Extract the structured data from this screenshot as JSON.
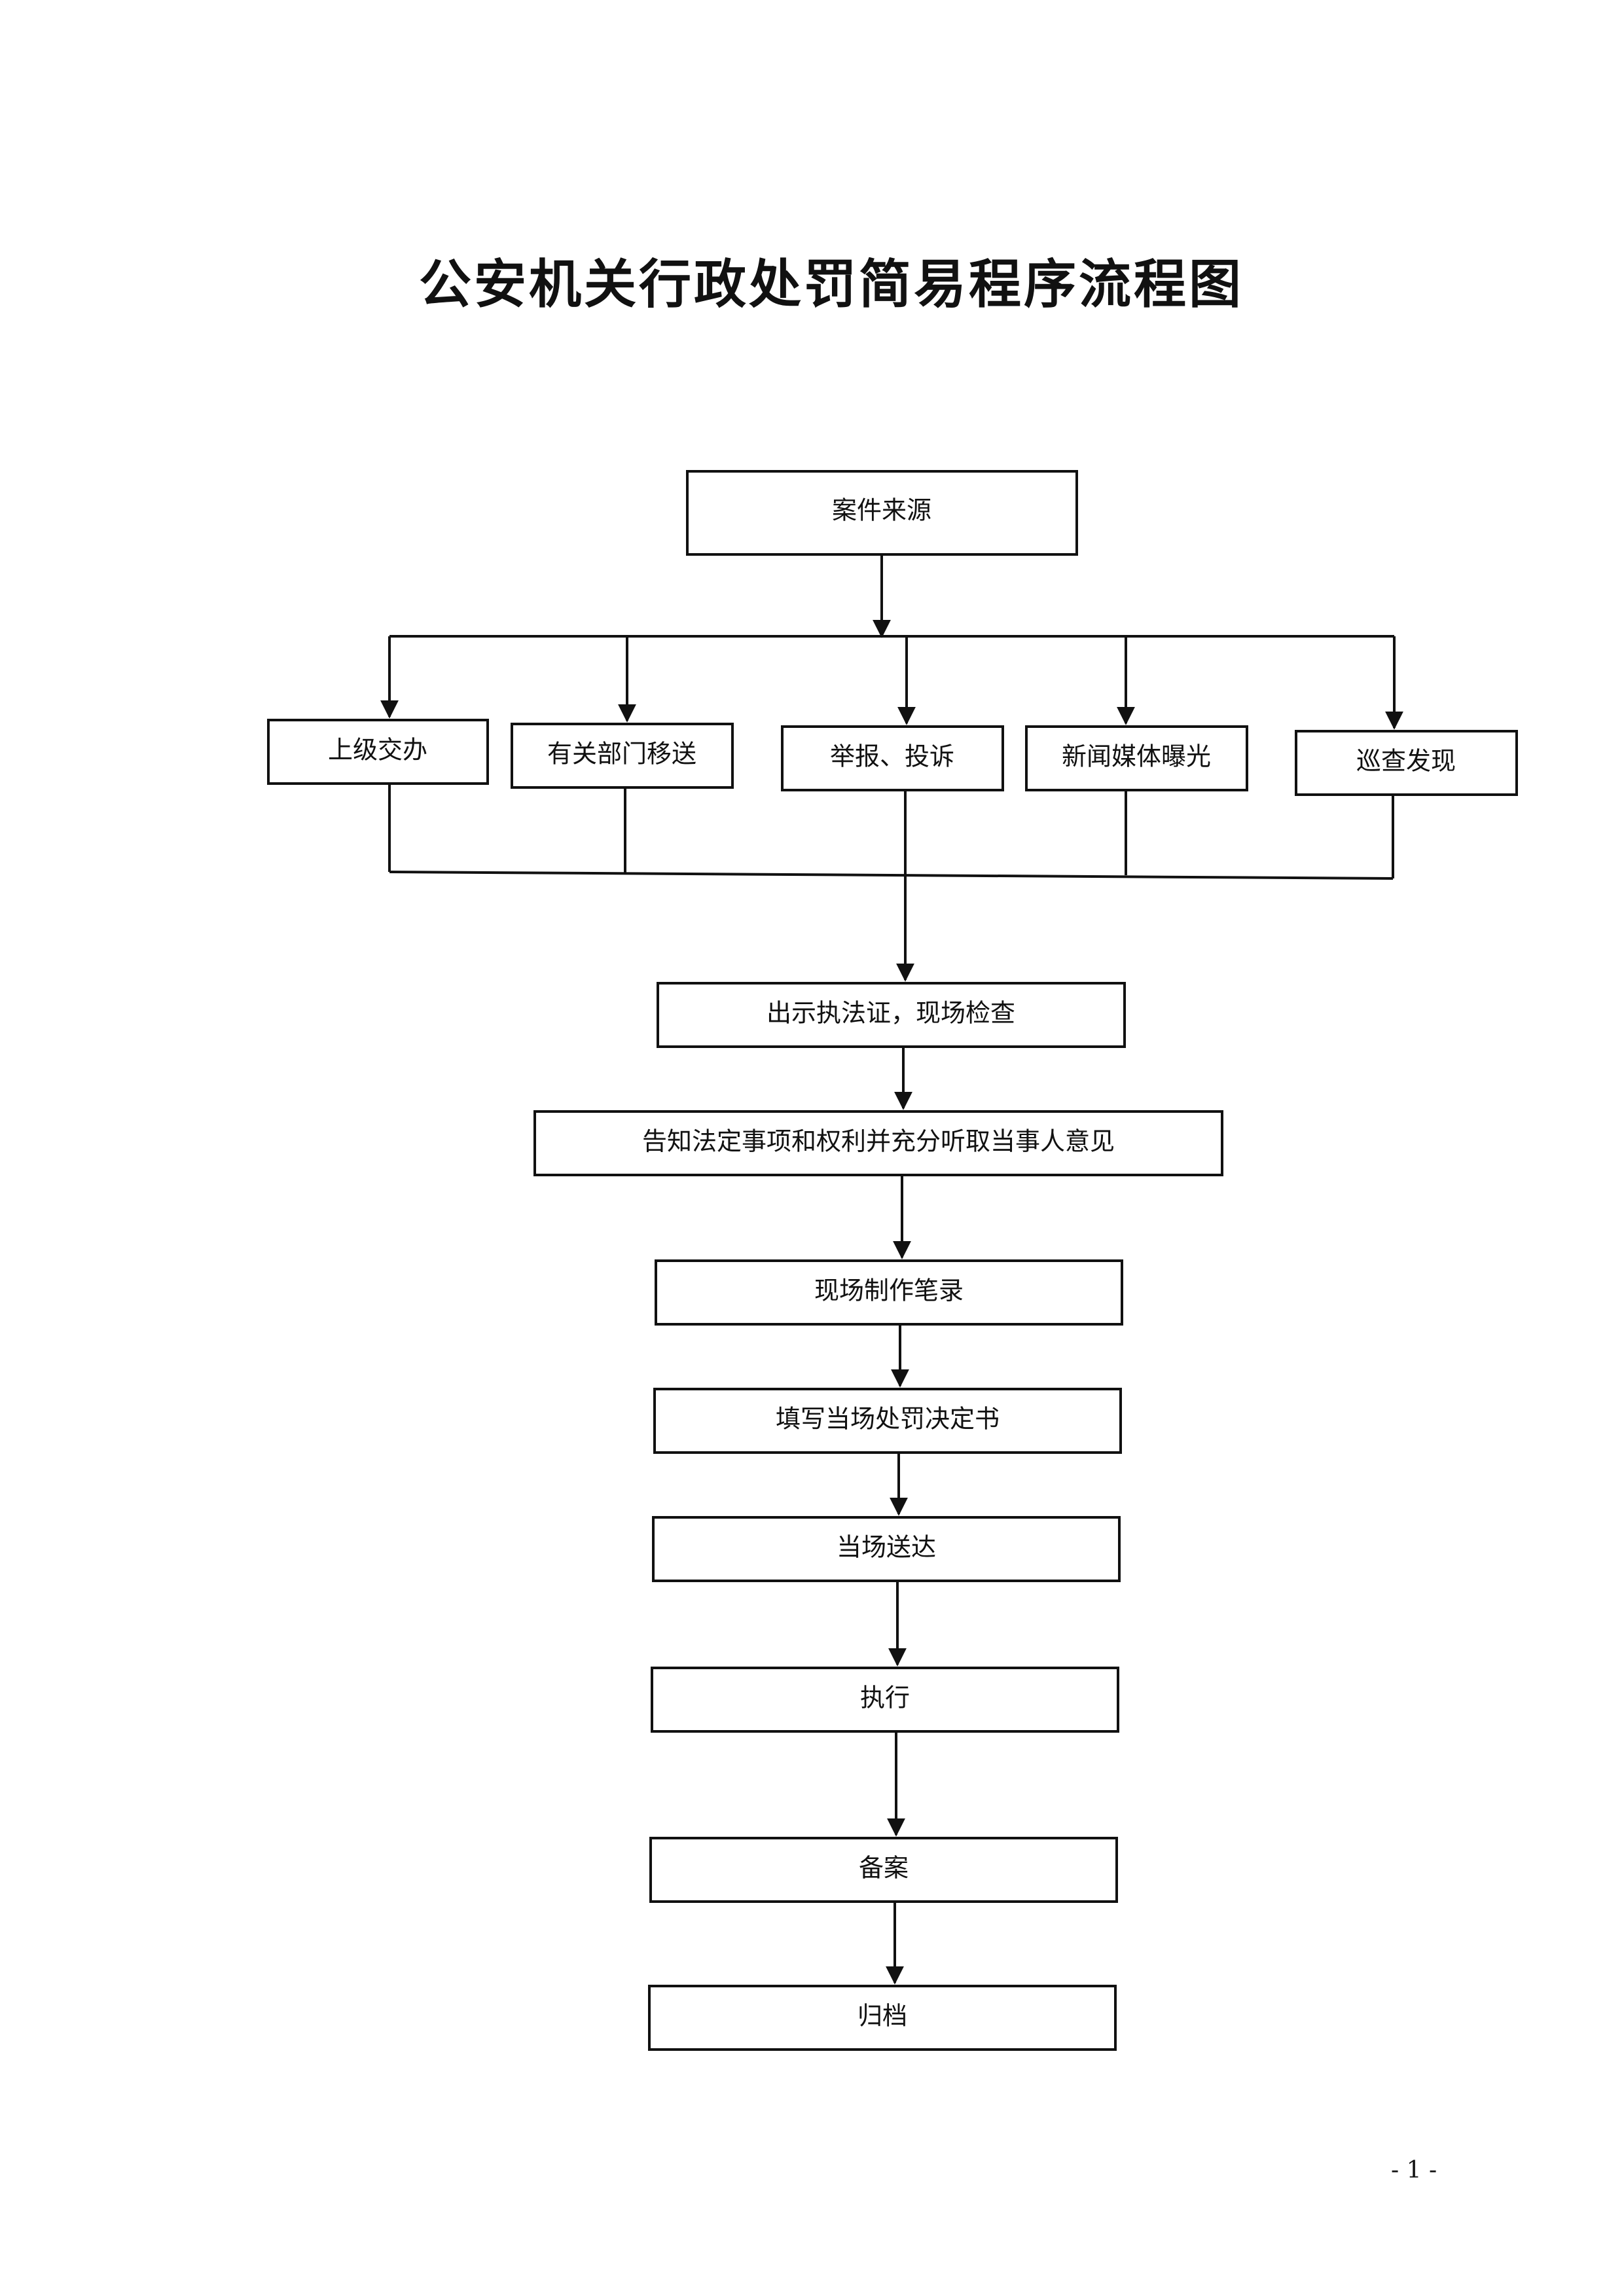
{
  "title": "公安机关行政处罚简易程序流程图",
  "nodes": {
    "source": "案件来源",
    "superior": "上级交办",
    "departments": "有关部门移送",
    "report": "举报、投诉",
    "media": "新闻媒体曝光",
    "patrol": "巡查发现",
    "inspect": "出示执法证，现场检查",
    "inform": "告知法定事项和权利并充分听取当事人意见",
    "record": "现场制作笔录",
    "decision": "填写当场处罚决定书",
    "deliver": "当场送达",
    "execute": "执行",
    "file": "备案",
    "archive": "归档"
  },
  "page_number": "- 1 -"
}
